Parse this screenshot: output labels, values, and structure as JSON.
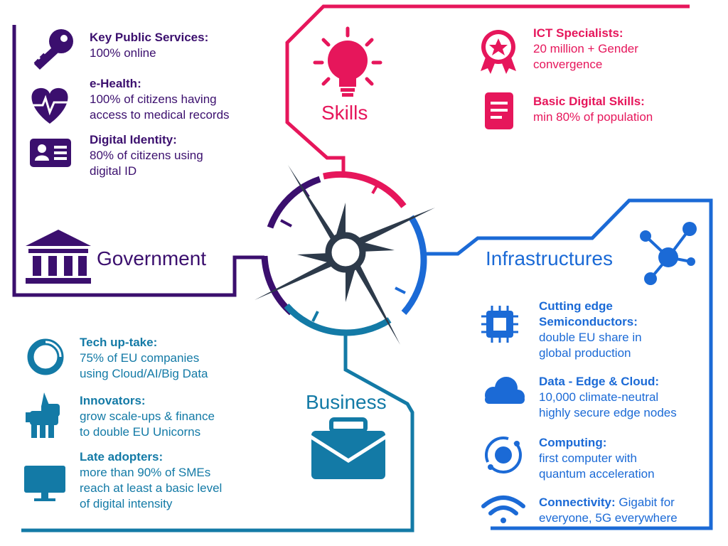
{
  "colors": {
    "government": "#3b0f6e",
    "skills": "#e6165b",
    "infrastructures": "#1b6ad6",
    "business": "#137aa6",
    "compass": "#2d3a4a"
  },
  "government": {
    "title": "Government",
    "items": [
      {
        "title": "Key Public Services:",
        "text": "100% online",
        "icon": "key-icon"
      },
      {
        "title": "e-Health:",
        "text": "100% of citizens having\naccess to medical records",
        "icon": "heart-pulse-icon"
      },
      {
        "title": "Digital Identity:",
        "text": "80% of citizens using\ndigital ID",
        "icon": "id-card-icon"
      }
    ]
  },
  "skills": {
    "title": "Skills",
    "items": [
      {
        "title": "ICT Specialists:",
        "text": "20 million + Gender\nconvergence",
        "icon": "award-ribbon-icon"
      },
      {
        "title": "Basic Digital Skills:",
        "text": "min 80% of population",
        "icon": "document-icon"
      }
    ]
  },
  "infrastructures": {
    "title": "Infrastructures",
    "items": [
      {
        "title": "Cutting edge\nSemiconductors:",
        "text": "double EU share in\nglobal production",
        "icon": "chip-icon"
      },
      {
        "title": "Data - Edge & Cloud:",
        "text": "10,000 climate-neutral\nhighly secure edge nodes",
        "icon": "cloud-icon"
      },
      {
        "title": "Computing:",
        "text": "first computer with\nquantum acceleration",
        "icon": "atom-icon"
      },
      {
        "title": "Connectivity:",
        "text": " Gigabit for\neveryone, 5G everywhere",
        "icon": "wifi-icon"
      }
    ]
  },
  "business": {
    "title": "Business",
    "items": [
      {
        "title": "Tech up-take:",
        "text": "75% of EU companies\nusing Cloud/AI/Big Data",
        "icon": "donut-chart-icon"
      },
      {
        "title": "Innovators:",
        "text": "grow scale-ups & finance\nto double EU Unicorns",
        "icon": "unicorn-icon"
      },
      {
        "title": "Late adopters:",
        "text": "more than 90% of SMEs\nreach at least a basic level\nof digital intensity",
        "icon": "monitor-icon"
      }
    ]
  }
}
